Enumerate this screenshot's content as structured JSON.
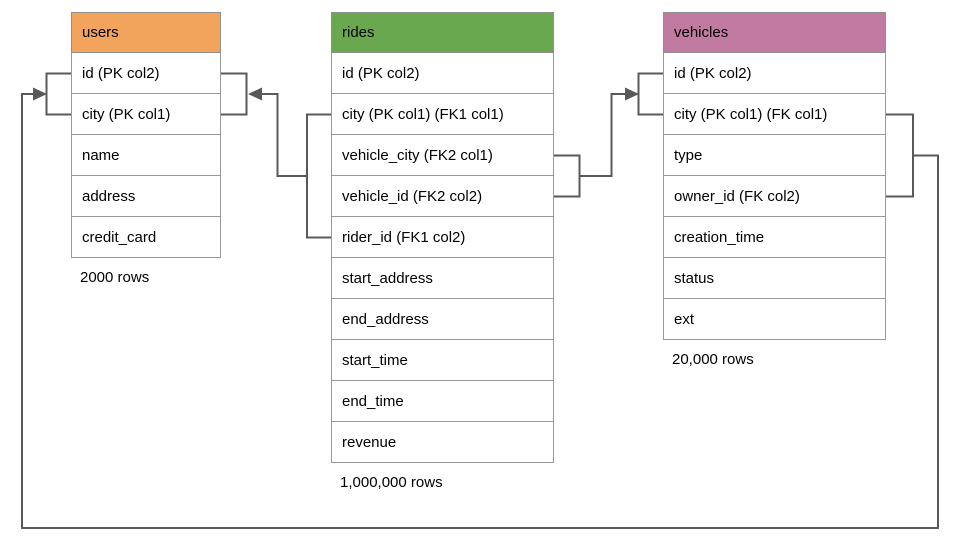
{
  "diagram": {
    "background": "#ffffff",
    "connector_color": "#595959",
    "border_color": "#999999",
    "tables": [
      {
        "name": "users",
        "header_color": "#F2A35C",
        "columns": [
          "id (PK col2)",
          "city (PK col1)",
          "name",
          "address",
          "credit_card"
        ],
        "rows_label": "2000 rows"
      },
      {
        "name": "rides",
        "header_color": "#6AA84F",
        "columns": [
          "id (PK col2)",
          "city (PK col1) (FK1 col1)",
          "vehicle_city (FK2 col1)",
          "vehicle_id (FK2 col2)",
          "rider_id (FK1 col2)",
          "start_address",
          "end_address",
          "start_time",
          "end_time",
          "revenue"
        ],
        "rows_label": "1,000,000 rows"
      },
      {
        "name": "vehicles",
        "header_color": "#C27BA0",
        "columns": [
          "id (PK col2)",
          "city (PK col1) (FK col1)",
          "type",
          "owner_id (FK col2)",
          "creation_time",
          "status",
          "ext"
        ],
        "rows_label": "20,000 rows"
      }
    ],
    "relationships": [
      {
        "name": "FK1",
        "from": "rides (city, rider_id)",
        "to": "users (city, id)"
      },
      {
        "name": "FK2",
        "from": "rides (vehicle_city, vehicle_id)",
        "to": "vehicles (city, id)"
      },
      {
        "name": "FK",
        "from": "vehicles (city, owner_id)",
        "to": "users (city, id)"
      }
    ]
  }
}
